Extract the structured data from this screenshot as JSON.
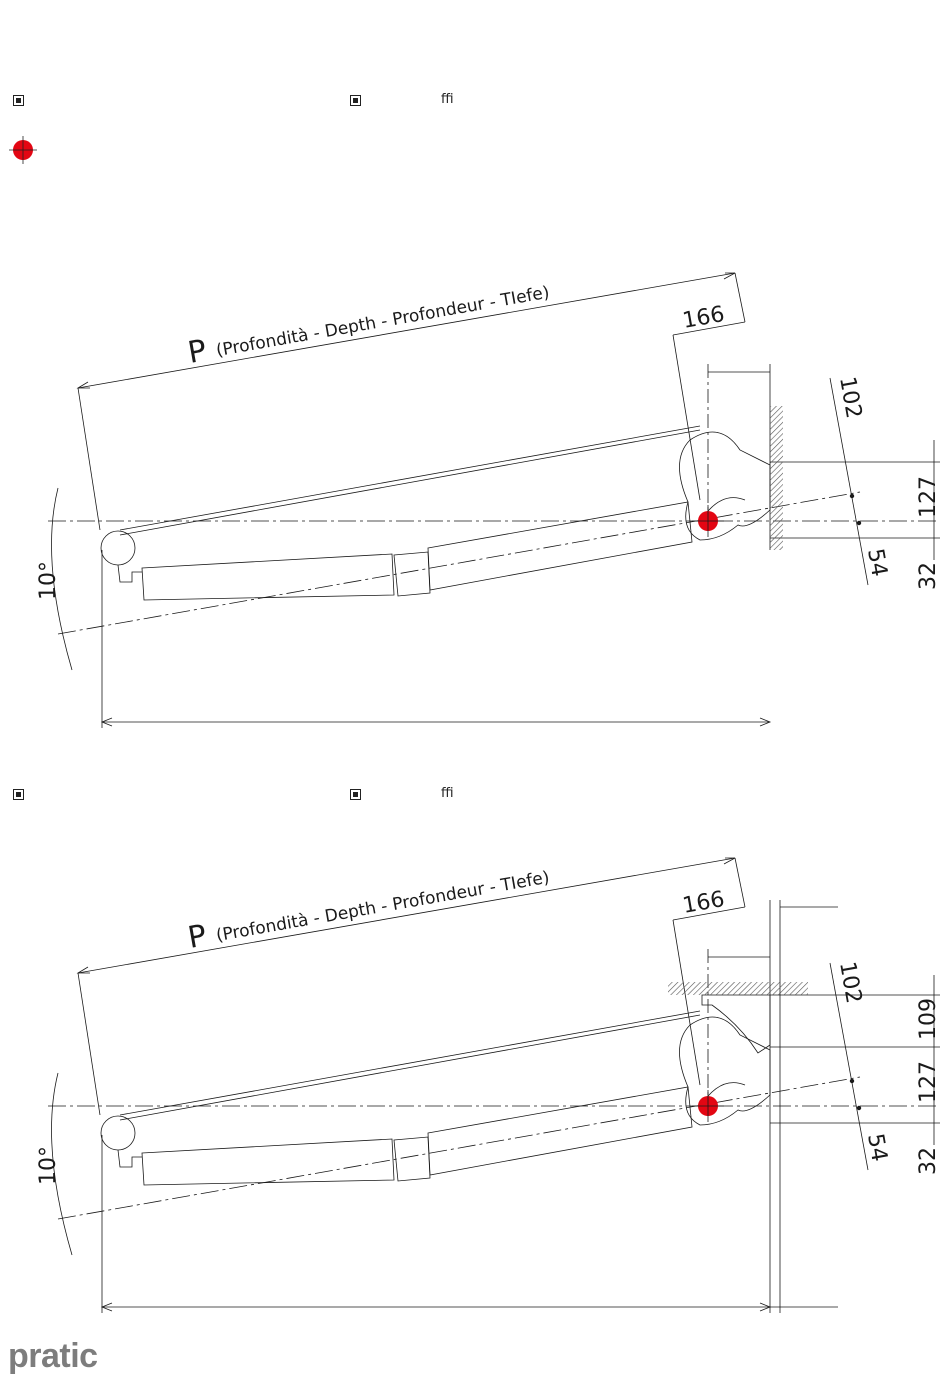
{
  "legend": {
    "row1_glyph": "ﬃ",
    "row2_glyph": "ﬃ"
  },
  "diagram_top": {
    "p_letter": "P",
    "depth_label": "(Profondità - Depth - Profondeur - TIefe)",
    "dim_166": "166",
    "dim_102": "102",
    "dim_127": "127",
    "dim_54": "54",
    "dim_32": "32",
    "angle": "10°"
  },
  "diagram_bottom": {
    "p_letter": "P",
    "depth_label": "(Profondità - Depth - Profondeur - TIefe)",
    "dim_166": "166",
    "dim_102": "102",
    "dim_109": "109",
    "dim_127": "127",
    "dim_54": "54",
    "dim_32": "32",
    "angle": "10°"
  },
  "colors": {
    "pivot": "#e30613",
    "ink": "#1a1a1a",
    "logo": "#7d7d7d"
  },
  "logo": {
    "text": "pratic"
  }
}
